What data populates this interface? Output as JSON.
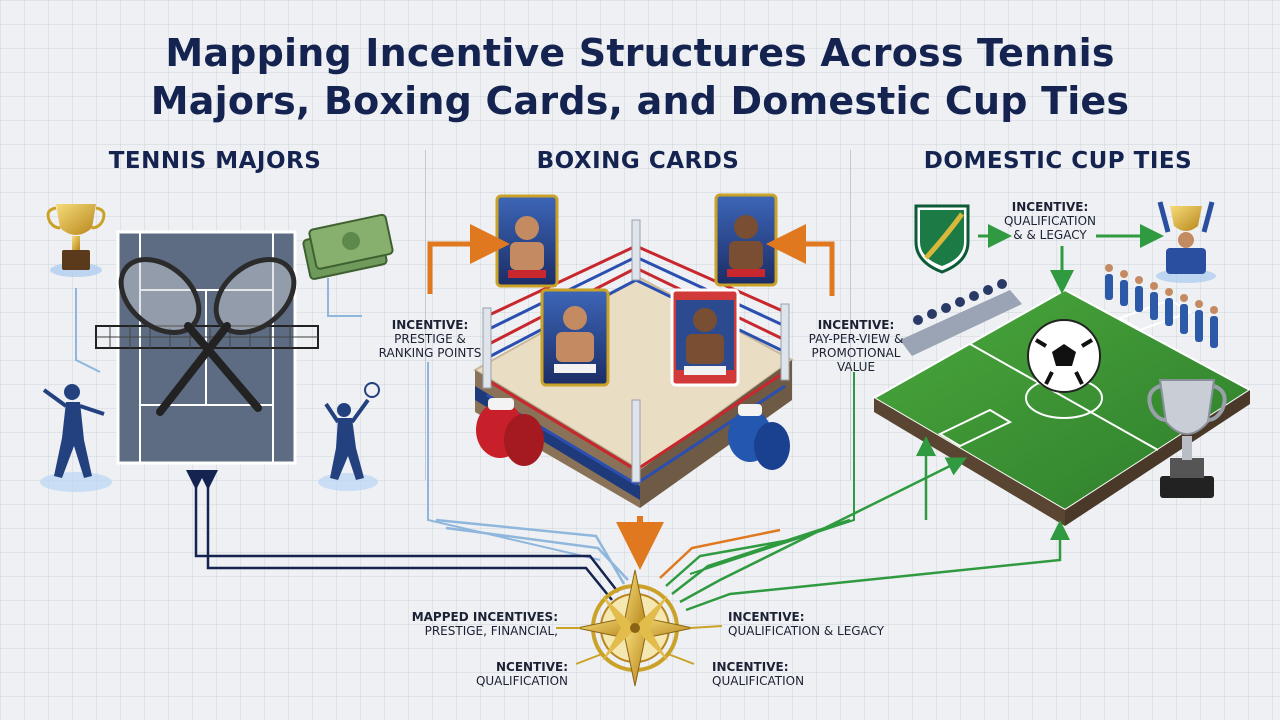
{
  "title": {
    "line1": "Mapping Incentive Structures Across Tennis",
    "line2": "Majors, Boxing Cards, and Domestic Cup Ties"
  },
  "sections": {
    "tennis": "TENNIS MAJORS",
    "boxing": "BOXING CARDS",
    "cup": "DOMESTIC CUP TIES"
  },
  "labels": {
    "boxing_left": {
      "head": "INCENTIVE:",
      "body": "PRESTIGE & RANKING POINTS"
    },
    "boxing_right": {
      "head": "INCENTIVE:",
      "body": "PAY-PER-VIEW & PROMOTIONAL VALUE"
    },
    "cup_top": {
      "head": "INCENTIVE:",
      "body": "QUALIFICATION & & LEGACY"
    },
    "mapped": {
      "head": "MAPPED INCENTIVES:",
      "body": "PRESTIGE, FINANCIAL,"
    },
    "hub_right": {
      "head": "INCENTIVE:",
      "body": "QUALIFICATION & LEGACY"
    },
    "hub_bottom_left": {
      "head": "NCENTIVE:",
      "body": "QUALIFICATION"
    },
    "hub_bottom_right": {
      "head": "INCENTIVE:",
      "body": "QUALIFICATION"
    }
  },
  "colors": {
    "navy": "#14234f",
    "orange": "#e0781f",
    "green": "#2f9a3f",
    "light_blue": "#8fb6dc",
    "gold": "#c9a227"
  },
  "icons": [
    "trophy-icon",
    "racket-icon",
    "money-icon",
    "player-silhouette-icon",
    "boxing-ring-icon",
    "boxing-glove-icon",
    "fighter-card-icon",
    "club-crest-icon",
    "football-pitch-icon",
    "football-icon",
    "compass-hub-icon"
  ]
}
